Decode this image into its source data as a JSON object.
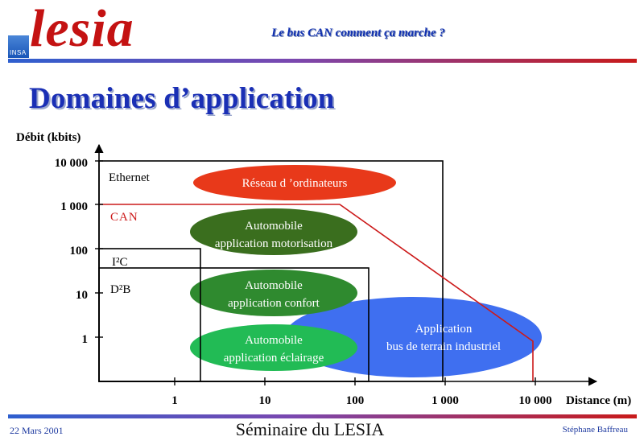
{
  "header": {
    "logo_word": "lesia",
    "logo_small": "INSA",
    "title": "Le bus CAN comment ça marche ?"
  },
  "slide": {
    "title": "Domaines d’application"
  },
  "diagram": {
    "y_axis_label": "Débit (kbits)",
    "x_axis_label": "Distance (m)",
    "y_ticks": [
      "10 000",
      "1 000",
      "100",
      "10",
      "1"
    ],
    "x_ticks": [
      "1",
      "10",
      "100",
      "1 000",
      "10 000"
    ],
    "bus_labels": {
      "ethernet": "Ethernet",
      "can": "CAN",
      "i2c": "I²C",
      "d2b": "D²B"
    },
    "domains": {
      "reseau_line1": "Réseau d ’ordinateurs",
      "moteur_line1": "Automobile",
      "moteur_line2": "application motorisation",
      "confort_line1": "Automobile",
      "confort_line2": "application confort",
      "eclairage_line1": "Automobile",
      "eclairage_line2": "application éclairage",
      "terrain_line1": "Application",
      "terrain_line2": "bus de terrain industriel"
    },
    "colors": {
      "reseau": "#e8391a",
      "moteur": "#3a6e1e",
      "confort": "#2f8a2f",
      "eclairage": "#22bb55",
      "terrain": "#3f6ff0",
      "can_line": "#cc1a1a"
    }
  },
  "footer": {
    "date": "22 Mars 2001",
    "center": "Séminaire du LESIA",
    "author": "Stéphane Baffreau"
  }
}
